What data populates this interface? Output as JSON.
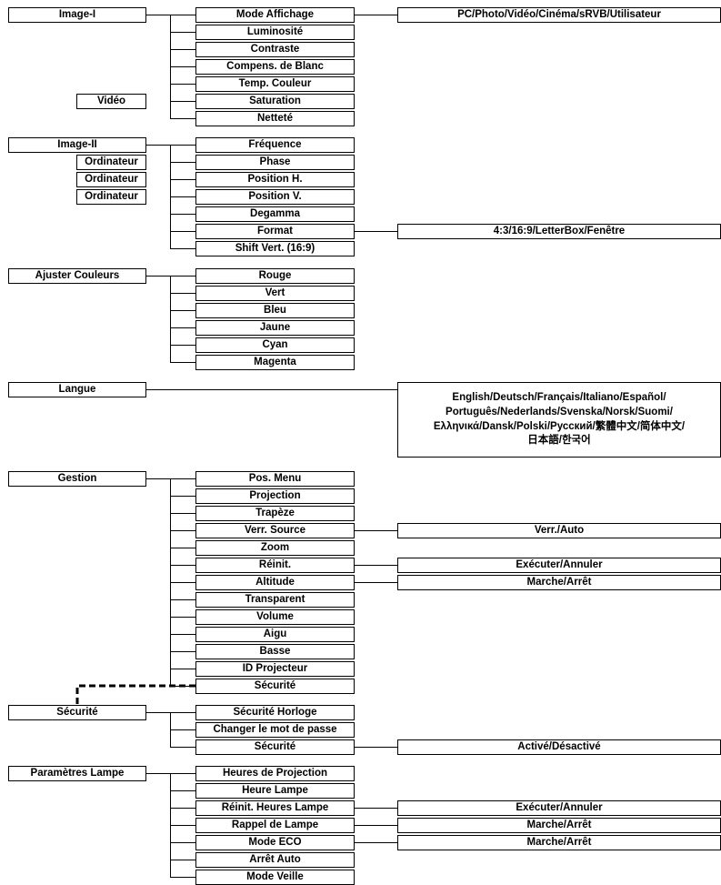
{
  "image1": {
    "title": "Image-I",
    "video": "Vidéo",
    "items": [
      "Mode Affichage",
      "Luminosité",
      "Contraste",
      "Compens. de Blanc",
      "Temp. Couleur",
      "Saturation",
      "Netteté"
    ],
    "mode_options": "PC/Photo/Vidéo/Cinéma/sRVB/Utilisateur"
  },
  "image2": {
    "title": "Image-II",
    "computer_labels": [
      "Ordinateur",
      "Ordinateur",
      "Ordinateur"
    ],
    "items": [
      "Fréquence",
      "Phase",
      "Position H.",
      "Position V.",
      "Degamma",
      "Format",
      "Shift Vert. (16:9)"
    ],
    "format_options": "4:3/16:9/LetterBox/Fenêtre"
  },
  "colors": {
    "title": "Ajuster Couleurs",
    "items": [
      "Rouge",
      "Vert",
      "Bleu",
      "Jaune",
      "Cyan",
      "Magenta"
    ]
  },
  "language": {
    "title": "Langue",
    "options_lines": [
      "English/Deutsch/Français/Italiano/Español/",
      "Português/Nederlands/Svenska/Norsk/Suomi/",
      "Ελληνικά/Dansk/Polski/Русский/繁體中文/简体中文/",
      "日本語/한국어"
    ]
  },
  "management": {
    "title": "Gestion",
    "items": [
      "Pos. Menu",
      "Projection",
      "Trapèze",
      "Verr. Source",
      "Zoom",
      "Réinit.",
      "Altitude",
      "Transparent",
      "Volume",
      "Aigu",
      "Basse",
      "ID Projecteur",
      "Sécurité"
    ],
    "source_lock_options": "Verr./Auto",
    "reset_options": "Exécuter/Annuler",
    "altitude_options": "Marche/Arrêt"
  },
  "security": {
    "title": "Sécurité",
    "items": [
      "Sécurité Horloge",
      "Changer le mot de passe",
      "Sécurité"
    ],
    "security_options": "Activé/Désactivé"
  },
  "lamp": {
    "title": "Paramètres Lampe",
    "items": [
      "Heures de Projection",
      "Heure Lampe",
      "Réinit. Heures Lampe",
      "Rappel de Lampe",
      "Mode ECO",
      "Arrêt Auto",
      "Mode Veille"
    ],
    "reset_options": "Exécuter/Annuler",
    "reminder_options": "Marche/Arrêt",
    "eco_options": "Marche/Arrêt"
  }
}
